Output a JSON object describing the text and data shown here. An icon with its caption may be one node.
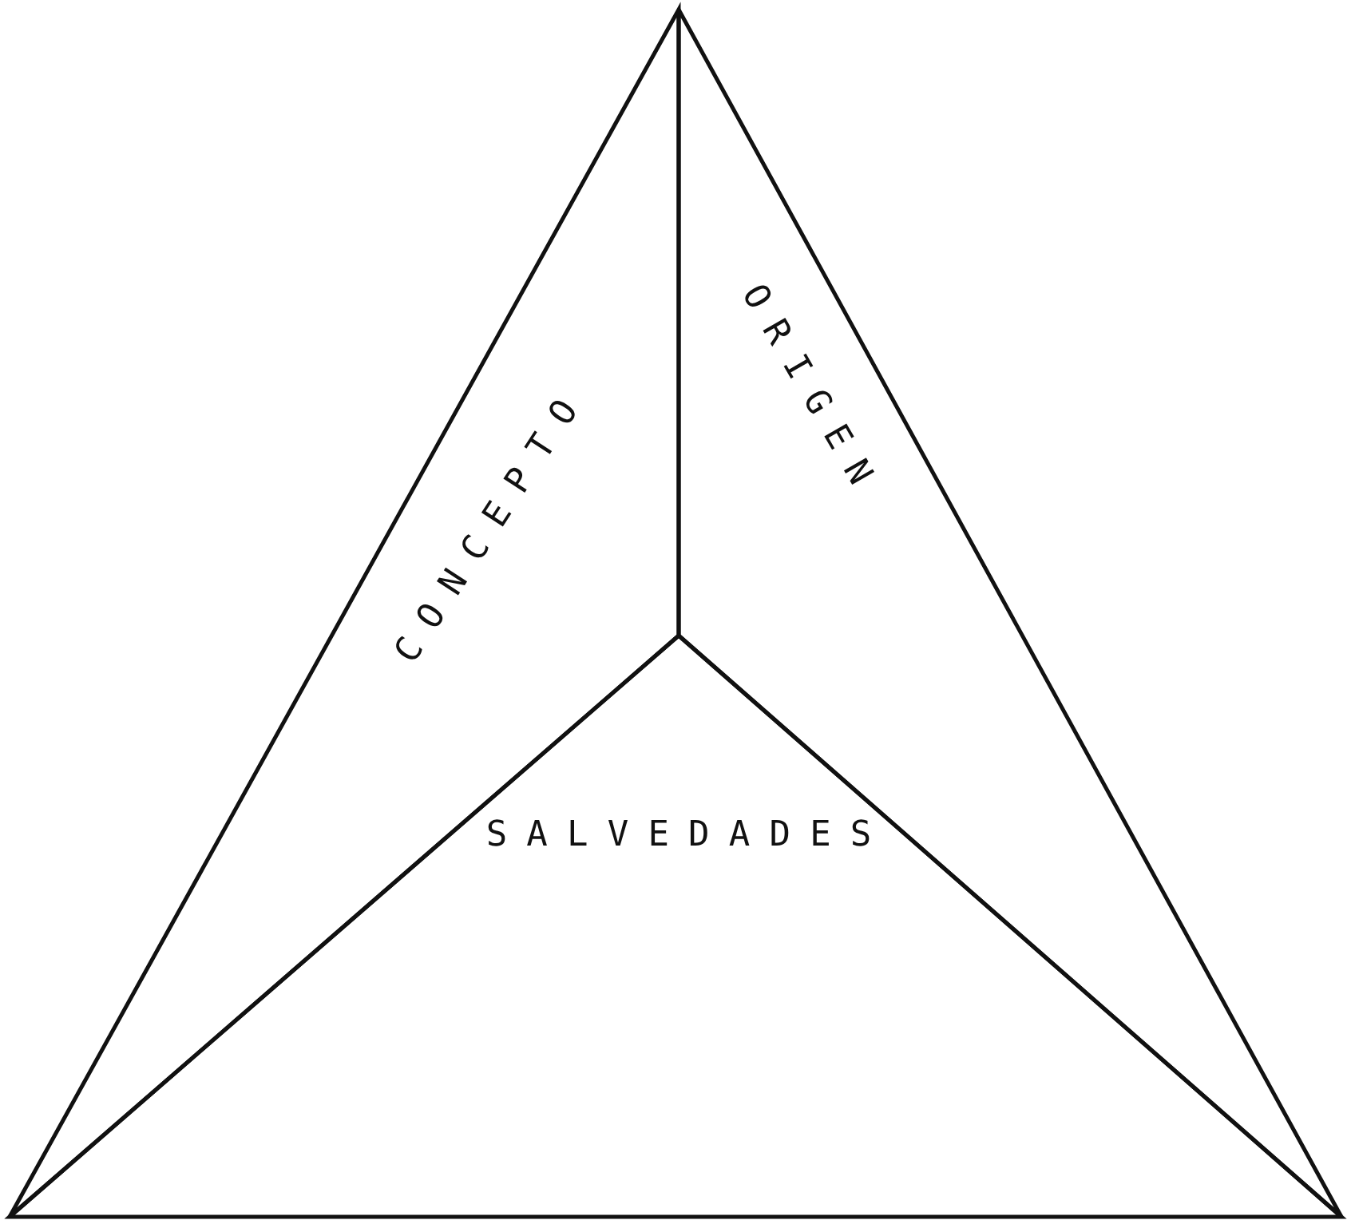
{
  "diagram": {
    "nodes": [
      {
        "text": [
          "CONCEPTO"
        ]
      },
      {
        "text": [
          "ORIGEN"
        ]
      },
      {
        "text": [
          "SALVEDADES"
        ]
      }
    ]
  }
}
